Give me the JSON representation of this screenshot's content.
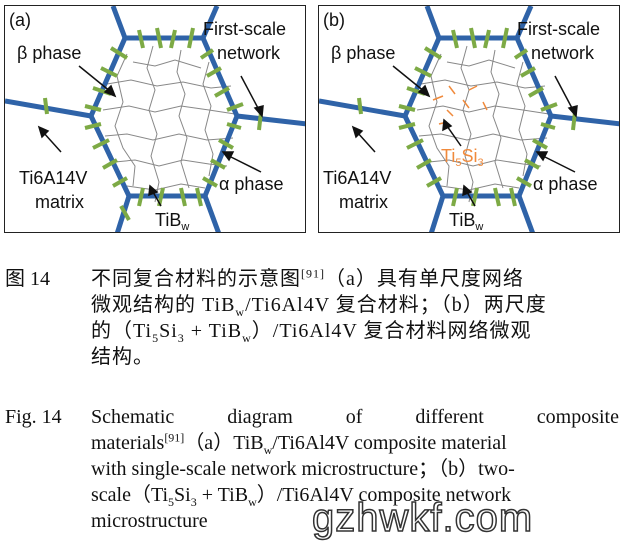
{
  "figure": {
    "panel_a": {
      "tag": "(a)",
      "beta_phase": "β phase",
      "first_scale": [
        "First-scale",
        "network"
      ],
      "matrix": [
        "Ti6A14V",
        "matrix"
      ],
      "alpha_phase": "α phase",
      "tib_main": "TiB",
      "tib_sub": "w"
    },
    "panel_b": {
      "tag": "(b)",
      "beta_phase": "β phase",
      "first_scale": [
        "First-scale",
        "network"
      ],
      "matrix": [
        "Ti6A14V",
        "matrix"
      ],
      "alpha_phase": "α phase",
      "tib_main": "TiB",
      "tib_sub": "w",
      "ti5si3": {
        "a": "Ti",
        "b": "5",
        "c": "Si",
        "d": "3"
      }
    },
    "colors": {
      "network": "#2f63a8",
      "whisker": "#7daa45",
      "ti5si3": "#f08a3c",
      "grain": "#888888"
    }
  },
  "caption_cn": {
    "num": "图 14",
    "l1a": "不同复合材料的示意图",
    "ref": "[91]",
    "l1b": "（a）具有单尺度网络",
    "l2a": "微观结构的 TiB",
    "w": "w",
    "l2b": "/Ti6Al4V 复合材料；（b）两尺度",
    "l3a": "的（Ti",
    "s5": "5",
    "l3b": "Si",
    "s3": "3",
    "l3c": " + TiB",
    "l3d": "）/Ti6Al4V 复合材料网络微观",
    "l4": "结构。"
  },
  "caption_en": {
    "num": "Fig. 14",
    "l1": "Schematic diagram of different composite",
    "l2a": "materials",
    "ref": "[91]",
    "l2b": "（a）TiB",
    "w": "w",
    "l2c": "/Ti6Al4V composite material",
    "l3": "with single-scale network microstructure；（b）two-",
    "l4a": "scale（Ti",
    "s5": "5",
    "l4b": "Si",
    "s3": "3",
    "l4c": " + TiB",
    "l4d": "）/Ti6Al4V composite network",
    "l5": "microstructure"
  },
  "watermark": "gzhwkf.com"
}
